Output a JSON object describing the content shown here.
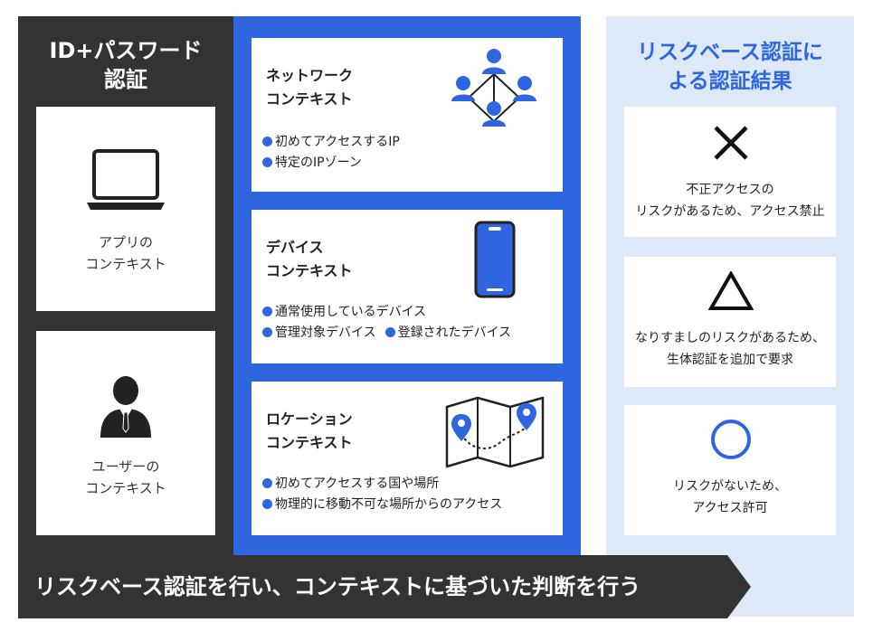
{
  "left_column": {
    "title_line1": "ID+パスワード",
    "title_line2": "認証",
    "app_card": {
      "line1": "アプリの",
      "line2": "コンテキスト",
      "icon": "laptop-icon"
    },
    "user_card": {
      "line1": "ユーザーの",
      "line2": "コンテキスト",
      "icon": "businessman-icon"
    }
  },
  "middle_column": {
    "network": {
      "title_line1": "ネットワーク",
      "title_line2": "コンテキスト",
      "icon": "network-people-icon",
      "items": [
        "初めてアクセスするIP",
        "特定のIPゾーン"
      ]
    },
    "device": {
      "title_line1": "デバイス",
      "title_line2": "コンテキスト",
      "icon": "smartphone-icon",
      "items": [
        "通常使用しているデバイス",
        "管理対象デバイス",
        "登録されたデバイス"
      ]
    },
    "location": {
      "title_line1": "ロケーション",
      "title_line2": "コンテキスト",
      "icon": "map-pins-icon",
      "items": [
        "初めてアクセスする国や場所",
        "物理的に移動不可な場所からのアクセス"
      ]
    }
  },
  "right_column": {
    "title_line1": "リスクベース認証に",
    "title_line2": "よる認証結果",
    "results": [
      {
        "symbol": "cross-icon",
        "line1": "不正アクセスの",
        "line2": "リスクがあるため、アクセス禁止"
      },
      {
        "symbol": "triangle-icon",
        "line1": "なりすましのリスクがあるため、",
        "line2": "生体認証を追加で要求"
      },
      {
        "symbol": "circle-icon",
        "line1": "リスクがないため、",
        "line2": "アクセス許可"
      }
    ]
  },
  "banner": {
    "text": "リスクベース認証を行い、コンテキストに基づいた判断を行う"
  },
  "colors": {
    "dark": "#333333",
    "blue": "#2f66df",
    "light_blue": "#dde8f8",
    "white": "#ffffff"
  }
}
